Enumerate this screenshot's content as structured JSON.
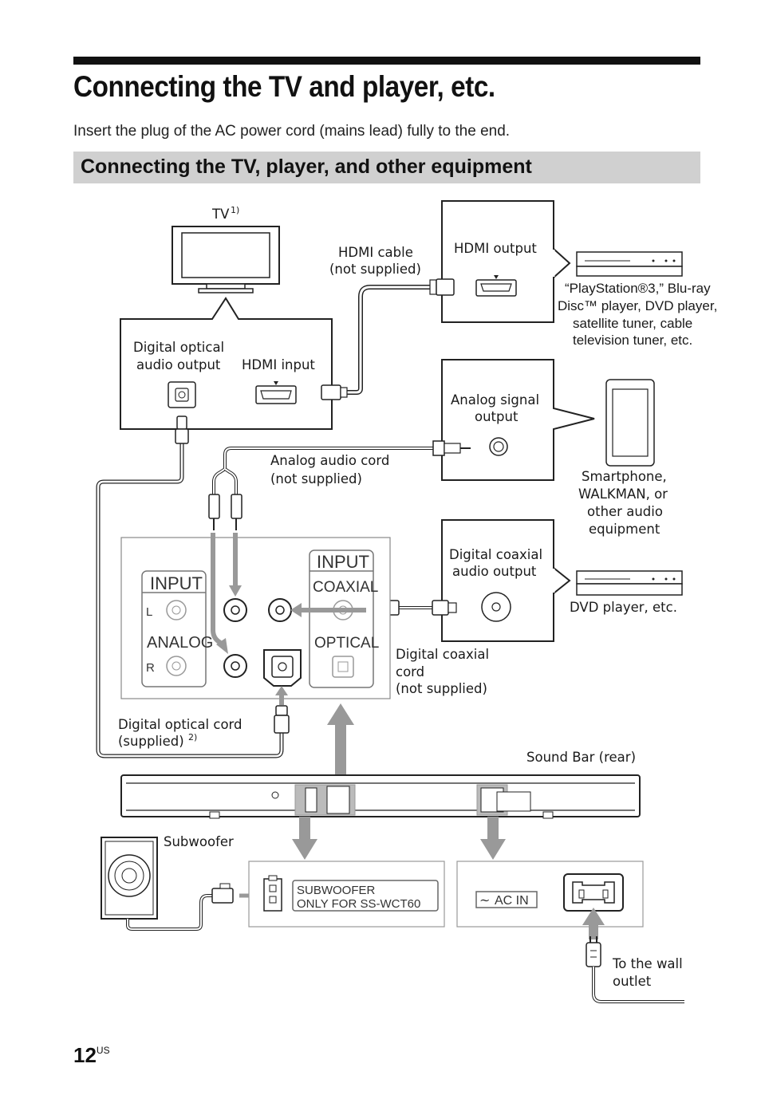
{
  "page": {
    "title": "Connecting the TV and player, etc.",
    "intro": "Insert the plug of the AC power cord (mains lead) fully to the end.",
    "section_heading": "Connecting the TV, player, and other equipment",
    "page_number": "12",
    "page_suffix": "US"
  },
  "diagram": {
    "tv": {
      "label": "TV",
      "note": "1)"
    },
    "tv_box": {
      "optical_line1": "Digital optical",
      "optical_line2": "audio output",
      "hdmi_input": "HDMI input"
    },
    "hdmi_cable": {
      "line1": "HDMI cable",
      "line2": "(not supplied)"
    },
    "hdmi_output": "HDMI output",
    "player": {
      "line1": "“PlayStation®3,” Blu-ray",
      "line2": "Disc™ player, DVD player,",
      "line3": "satellite tuner, cable",
      "line4": "television tuner, etc."
    },
    "analog_signal": {
      "line1": "Analog signal",
      "line2": "output"
    },
    "analog_cord": {
      "line1": "Analog audio cord",
      "line2": "(not supplied)"
    },
    "smartphone": {
      "line1": "Smartphone,",
      "line2": "WALKMAN, or",
      "line3": "other audio",
      "line4": "equipment"
    },
    "coaxial_out": {
      "line1": "Digital coaxial",
      "line2": "audio output"
    },
    "dvd": "DVD player, etc.",
    "panel": {
      "input": "INPUT",
      "l": "L",
      "analog": "ANALOG",
      "r": "R",
      "input2": "INPUT",
      "coaxial": "COAXIAL",
      "optical": "OPTICAL"
    },
    "coaxial_cord": {
      "line1": "Digital coaxial",
      "line2": "cord",
      "line3": "(not supplied)"
    },
    "optical_cord": {
      "line1": "Digital optical cord",
      "line2": "(supplied)",
      "note": "2)"
    },
    "soundbar": "Sound Bar (rear)",
    "subwoofer": "Subwoofer",
    "sub_port": {
      "line1": "SUBWOOFER",
      "line2": "ONLY FOR SS-WCT60"
    },
    "ac_in": "AC IN",
    "ac_in_symbol": "∼",
    "wall": {
      "line1": "To the wall",
      "line2": "outlet"
    }
  }
}
